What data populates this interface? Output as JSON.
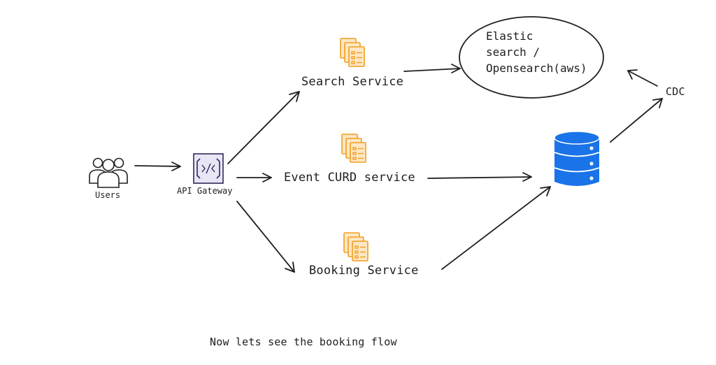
{
  "nodes": {
    "users": {
      "label": "Users",
      "icon": "users-icon"
    },
    "gateway": {
      "label": "API Gateway",
      "icon": "api-gateway-icon"
    },
    "search_service": {
      "label": "Search Service",
      "icon": "service-icon"
    },
    "event_service": {
      "label": "Event CURD service",
      "icon": "service-icon"
    },
    "booking_service": {
      "label": "Booking Service",
      "icon": "service-icon"
    },
    "elastic": {
      "line1": "Elastic",
      "line2": "search /",
      "line3": "Opensearch(aws)"
    },
    "cdc": {
      "label": "CDC"
    },
    "database": {
      "icon": "database-icon"
    }
  },
  "footer": {
    "text": "Now lets see the booking flow"
  },
  "colors": {
    "stroke": "#1e1e1e",
    "service_orange": "#f29d1f",
    "service_fill": "#fde7c4",
    "db_blue": "#1a73e8",
    "gateway_fill": "#e8e6f5",
    "gateway_stroke": "#2c2a5a"
  }
}
